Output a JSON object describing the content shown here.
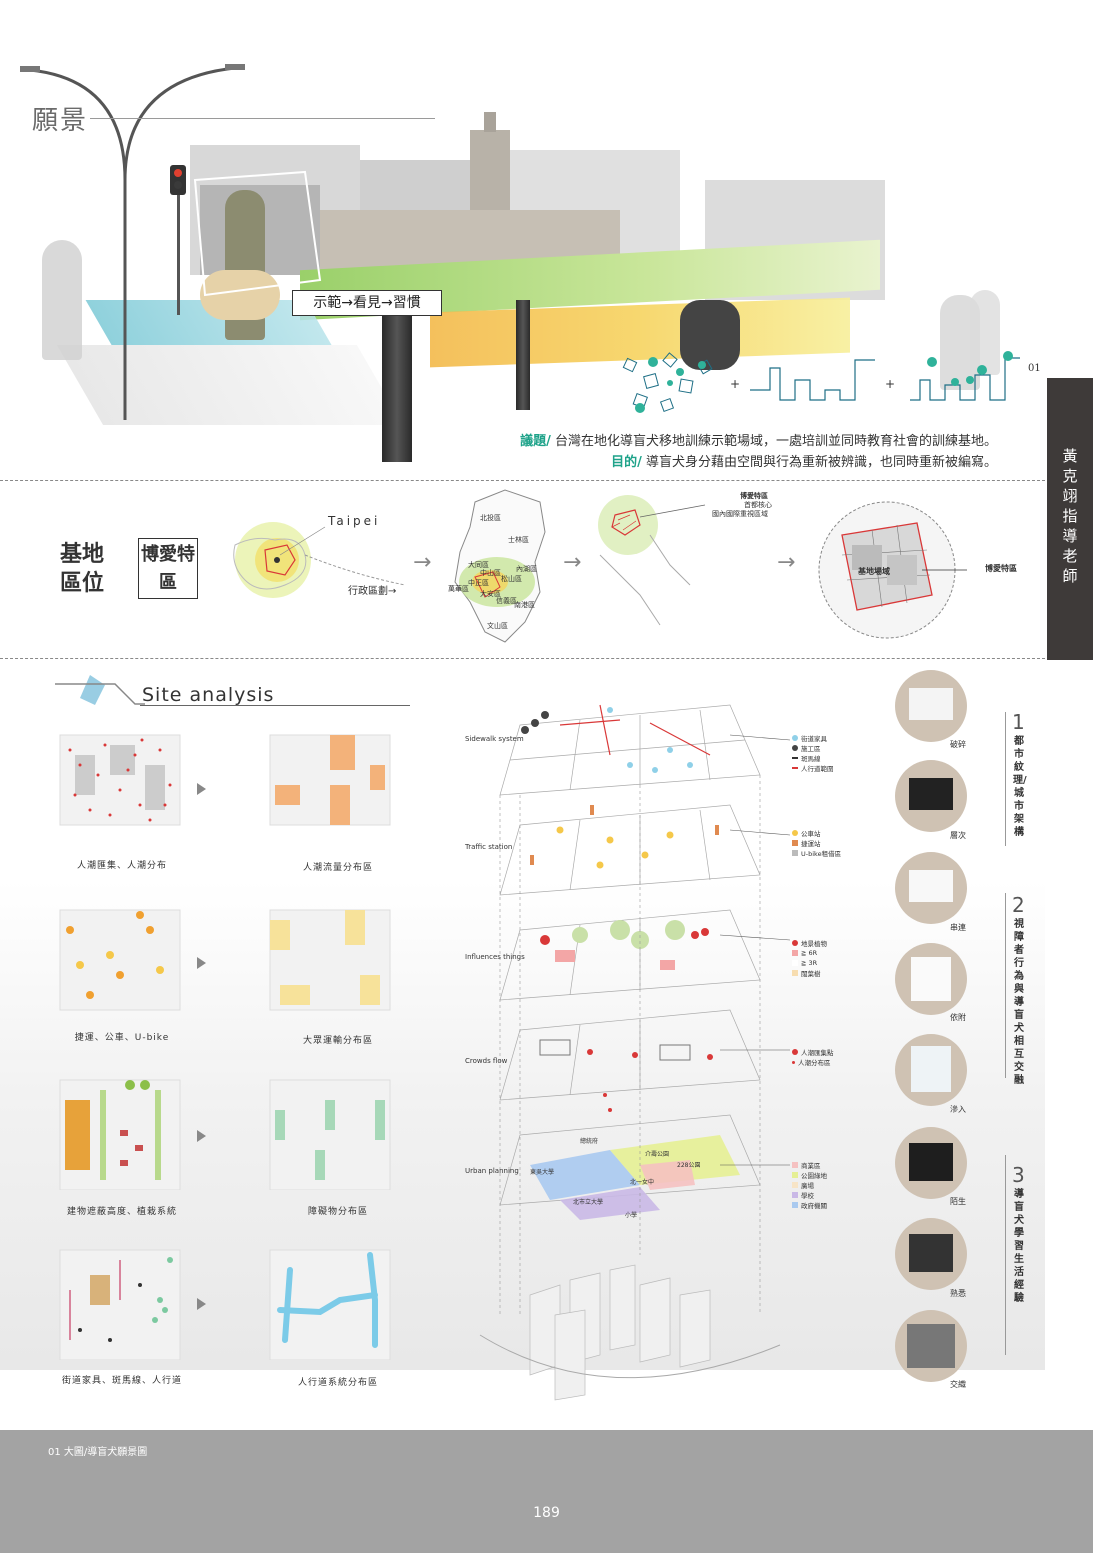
{
  "vision": {
    "title": "願景",
    "slogan": "示範→看見→習慣",
    "figure_number": "01",
    "issue_label": "議題/",
    "issue_text": "台灣在地化導盲犬移地訓練示範場域，一處培訓並同時教育社會的訓練基地。",
    "goal_label": "目的/",
    "goal_text": "導盲犬身分藉由空間與行為重新被辨識，也同時重新被編寫。"
  },
  "side_tab": {
    "text": "黃克翊 指導老師"
  },
  "site_location": {
    "title": "基地區位",
    "boxed": "博愛特區",
    "taipei_label": "Taipei",
    "district_arrow": "行政區劃→",
    "districts": [
      "北投區",
      "士林區",
      "大同區",
      "中山區",
      "松山區",
      "內湖區",
      "萬華區",
      "中正區",
      "大安區",
      "信義區",
      "南港區",
      "文山區"
    ],
    "special_zone_lines": [
      "博愛特區",
      "首都核心",
      "國內國際重視區域"
    ],
    "site_label": "基地場域",
    "site_zone": "博愛特區"
  },
  "site_analysis": {
    "title": "Site analysis",
    "captions": [
      "人潮匯集、人潮分布",
      "人潮流量分布區",
      "捷運、公車、U-bike",
      "大眾運輸分布區",
      "建物遮蔽高度、植栽系統",
      "障礙物分布區",
      "街道家具、斑馬線、人行道",
      "人行道系統分布區"
    ],
    "layers": [
      "Sidewalk system",
      "Traffic station",
      "Influences things",
      "Crowds flow",
      "Urban planning"
    ],
    "legend_sidewalk": [
      "街道家具",
      "施工區",
      "斑馬線",
      "人行道範圍"
    ],
    "legend_traffic": [
      "公車站",
      "捷運站",
      "U-bike租借區"
    ],
    "legend_influence": [
      "地景植物",
      "≧ 6R",
      "≧ 3R",
      "闊葉樹"
    ],
    "legend_crowds": [
      "人潮匯集點",
      "人潮分布區"
    ],
    "legend_urban": [
      "商業區",
      "公園綠地",
      "廣場",
      "學校",
      "政府機關"
    ],
    "urban_labels": [
      "總統府",
      "介壽公園",
      "228公園",
      "東吳大學",
      "北市立大學",
      "北一女中",
      "小學"
    ]
  },
  "models": {
    "labels": [
      "破碎",
      "層次",
      "串連",
      "依附",
      "滲入",
      "陌生",
      "熟悉",
      "交織"
    ],
    "groups": [
      {
        "num": "1",
        "text": "都市紋理/城市架構"
      },
      {
        "num": "2",
        "text": "視障者行為與導盲犬相互交融"
      },
      {
        "num": "3",
        "text": "導盲犬學習生活經驗"
      }
    ]
  },
  "footer": {
    "caption": "01 大圖/導盲犬願景圖",
    "page": "189"
  },
  "colors": {
    "teal": "#1fa38a",
    "tab": "#3e3a39",
    "footer": "#a3a3a3",
    "red": "#d93838",
    "orange": "#f0a060",
    "yellow": "#f5c84a"
  }
}
